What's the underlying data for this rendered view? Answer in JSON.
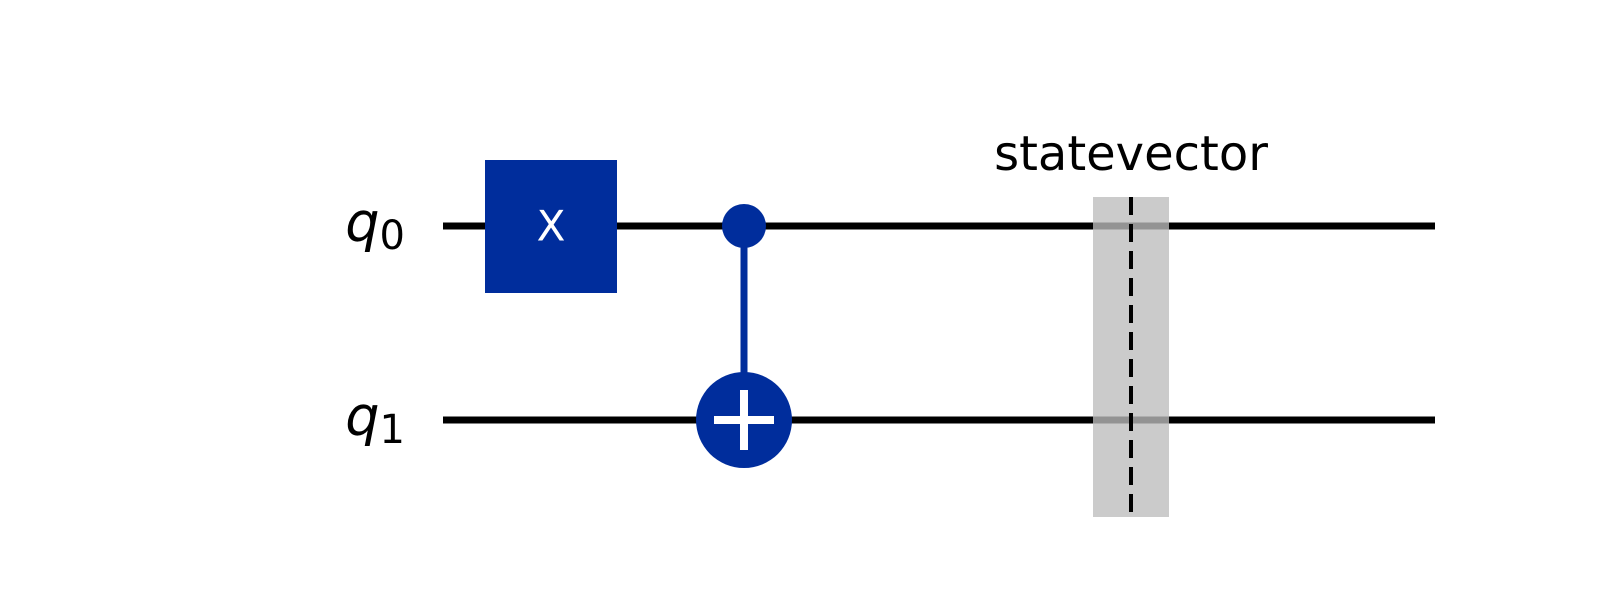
{
  "circuit": {
    "qubits": [
      {
        "name": "q",
        "index": "0"
      },
      {
        "name": "q",
        "index": "1"
      }
    ],
    "gates": [
      {
        "type": "X",
        "label": "X",
        "target_qubit": 0,
        "step": 1
      },
      {
        "type": "CX",
        "control_qubit": 0,
        "target_qubit": 1,
        "step": 2
      }
    ],
    "barrier": {
      "label": "statevector",
      "qubits": [
        0,
        1
      ],
      "step": 3
    }
  },
  "colors": {
    "wire": "#000000",
    "gate": "#002d9c",
    "gate_text": "#ffffff",
    "barrier_fill": "#bdbdbd",
    "barrier_line": "#000000"
  }
}
